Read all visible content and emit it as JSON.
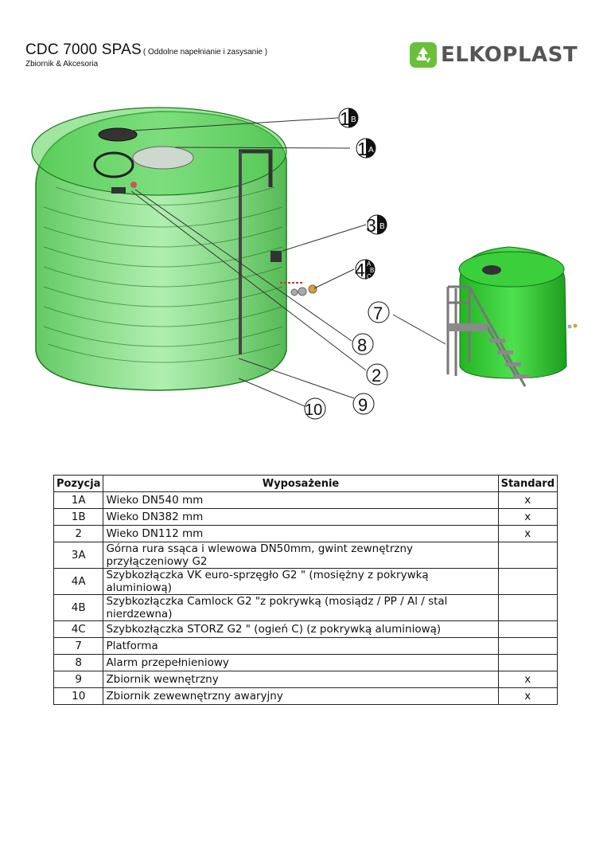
{
  "header": {
    "title": "CDC 7000 SPAS",
    "title_note": "( Oddolne napełnianie i zasysanie )",
    "subtitle": "Zbiornik & Akcesoria"
  },
  "logo": {
    "text": "ELKOPLAST",
    "icon": "recycle-icon",
    "color": "#6cbf3a"
  },
  "callouts": {
    "c1b": {
      "num": "1",
      "sub": "B"
    },
    "c1a": {
      "num": "1",
      "sub": "A"
    },
    "c3b": {
      "num": "3",
      "sub": "B"
    },
    "c4": {
      "num": "4",
      "sub_a": "A",
      "sub_b": "B",
      "sub_c": "C"
    },
    "c7": {
      "num": "7"
    },
    "c8": {
      "num": "8"
    },
    "c2": {
      "num": "2"
    },
    "c9": {
      "num": "9"
    },
    "c10": {
      "num": "10"
    }
  },
  "table": {
    "headers": {
      "pos": "Pozycja",
      "desc": "Wyposażenie",
      "std": "Standard"
    },
    "rows": [
      {
        "pos": "1A",
        "desc": "Wieko DN540 mm",
        "std": "x"
      },
      {
        "pos": "1B",
        "desc": "Wieko DN382 mm",
        "std": "x"
      },
      {
        "pos": "2",
        "desc": "Wieko DN112 mm",
        "std": "x"
      },
      {
        "pos": "3A",
        "desc": "Górna rura ssąca i wlewowa DN50mm, gwint zewnętrzny przyłączeniowy G2",
        "std": ""
      },
      {
        "pos": "4A",
        "desc": "Szybkozłączka VK euro-sprzęgło G2 \" (mosiężny z pokrywką aluminiową)",
        "std": ""
      },
      {
        "pos": "4B",
        "desc": "Szybkozłączka Camlock G2 \"z pokrywką (mosiądz / PP / Al / stal nierdzewna)",
        "std": ""
      },
      {
        "pos": "4C",
        "desc": "Szybkozłączka STORZ G2 \"  (ogień C) (z pokrywką aluminiową)",
        "std": ""
      },
      {
        "pos": "7",
        "desc": "Platforma",
        "std": ""
      },
      {
        "pos": "8",
        "desc": "Alarm przepełnieniowy",
        "std": ""
      },
      {
        "pos": "9",
        "desc": "Zbiornik wewnętrzny",
        "std": "x"
      },
      {
        "pos": "10",
        "desc": "Zbiornik zewewnętrzny awaryjny",
        "std": "x"
      }
    ]
  },
  "colors": {
    "tank_green": "#3fcf3f",
    "tank_dark": "#1f7a1f"
  }
}
